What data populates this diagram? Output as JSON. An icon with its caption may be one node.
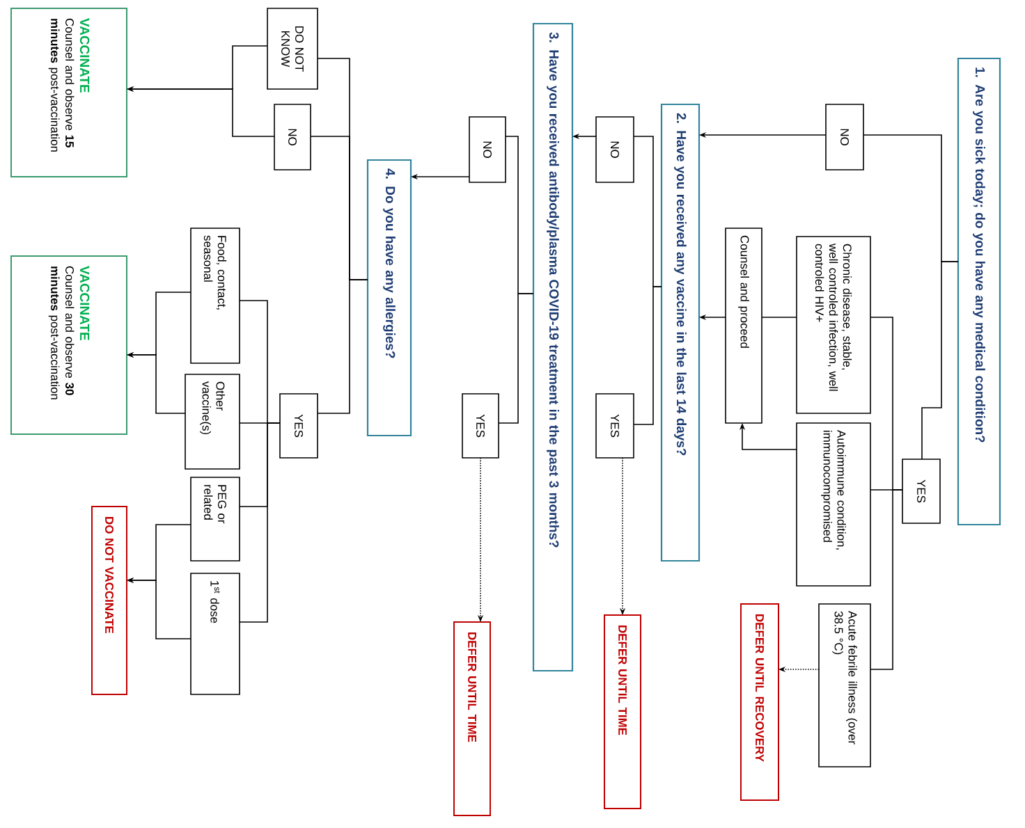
{
  "diagram": {
    "nodes": [
      {
        "text": [
          "1. Are you sick today; do you have any medical condition?"
        ]
      },
      {
        "text": [
          "NO"
        ]
      },
      {
        "text": [
          "YES"
        ]
      },
      {
        "text": [
          "Chronic disease, stable, well controled infection, well controled HIV+"
        ]
      },
      {
        "text": [
          "Autoimmune condition, immunocompromised"
        ]
      },
      {
        "text": [
          "Acute febrile illness (over 38.5 °C)"
        ]
      },
      {
        "text": [
          "Counsel and proceed"
        ]
      },
      {
        "text": [
          "DEFER UNTIL RECOVERY"
        ]
      },
      {
        "text": [
          "2. Have you received any vaccine in the last 14 days?"
        ]
      },
      {
        "text": [
          "NO"
        ]
      },
      {
        "text": [
          "YES"
        ]
      },
      {
        "text": [
          "DEFER UNTIL TIME"
        ]
      },
      {
        "text": [
          "3. Have you received antibody/plasma COVID-19 treatment in the past 3 months?"
        ]
      },
      {
        "text": [
          "NO"
        ]
      },
      {
        "text": [
          "YES"
        ]
      },
      {
        "text": [
          "DEFER UNTIL TIME"
        ]
      },
      {
        "text": [
          "4. Do you have any allergies?"
        ]
      },
      {
        "text": [
          "DO NOT KNOW"
        ]
      },
      {
        "text": [
          "NO"
        ]
      },
      {
        "text": [
          "YES"
        ]
      },
      {
        "text": [
          "Food, contact, seasonal"
        ]
      },
      {
        "text": [
          "Other vaccine(s)"
        ]
      },
      {
        "text": [
          "PEG or related"
        ]
      },
      {
        "text": [
          "1$^{st}$ dose"
        ]
      },
      {
        "text": [
          "VACCINATE",
          "Counsel and observe **15 minutes** post-vaccination"
        ]
      },
      {
        "text": [
          "VACCINATE",
          "Counsel and observe **30 minutes** post-vaccination"
        ]
      },
      {
        "text": [
          "DO NOT VACCINATE"
        ]
      }
    ],
    "edges": [
      {
        "from": 0,
        "to": 1,
        "arrow": "none"
      },
      {
        "from": 0,
        "to": 2,
        "arrow": "none"
      },
      {
        "from": 1,
        "to": 8,
        "arrow": "to"
      },
      {
        "from": 2,
        "to": 3,
        "arrow": "none"
      },
      {
        "from": 2,
        "to": 4,
        "arrow": "none"
      },
      {
        "from": 2,
        "to": 5,
        "arrow": "none"
      },
      {
        "from": 3,
        "to": 6,
        "arrow": "none"
      },
      {
        "from": 4,
        "to": 6,
        "arrow": "to"
      },
      {
        "from": 6,
        "to": 8,
        "arrow": "to"
      },
      {
        "from": 5,
        "to": 7,
        "arrow": "to",
        "style": "dashed"
      },
      {
        "from": 8,
        "to": 9,
        "arrow": "none"
      },
      {
        "from": 8,
        "to": 10,
        "arrow": "none"
      },
      {
        "from": 9,
        "to": 12,
        "arrow": "to"
      },
      {
        "from": 10,
        "to": 11,
        "arrow": "to",
        "style": "dashed"
      },
      {
        "from": 12,
        "to": 13,
        "arrow": "none"
      },
      {
        "from": 12,
        "to": 14,
        "arrow": "none"
      },
      {
        "from": 13,
        "to": 16,
        "arrow": "to"
      },
      {
        "from": 14,
        "to": 15,
        "arrow": "to",
        "style": "dashed"
      },
      {
        "from": 16,
        "to": 17,
        "arrow": "none"
      },
      {
        "from": 16,
        "to": 18,
        "arrow": "none"
      },
      {
        "from": 16,
        "to": 19,
        "arrow": "none"
      },
      {
        "from": 17,
        "to": 24,
        "arrow": "to"
      },
      {
        "from": 18,
        "to": 24,
        "arrow": "to"
      },
      {
        "from": 19,
        "to": 20,
        "arrow": "none"
      },
      {
        "from": 19,
        "to": 21,
        "arrow": "none"
      },
      {
        "from": 19,
        "to": 22,
        "arrow": "none"
      },
      {
        "from": 19,
        "to": 23,
        "arrow": "none"
      },
      {
        "from": 20,
        "to": 25,
        "arrow": "to"
      },
      {
        "from": 21,
        "to": 25,
        "arrow": "to"
      },
      {
        "from": 22,
        "to": 26,
        "arrow": "to"
      },
      {
        "from": 23,
        "to": 26,
        "arrow": "to"
      }
    ]
  }
}
